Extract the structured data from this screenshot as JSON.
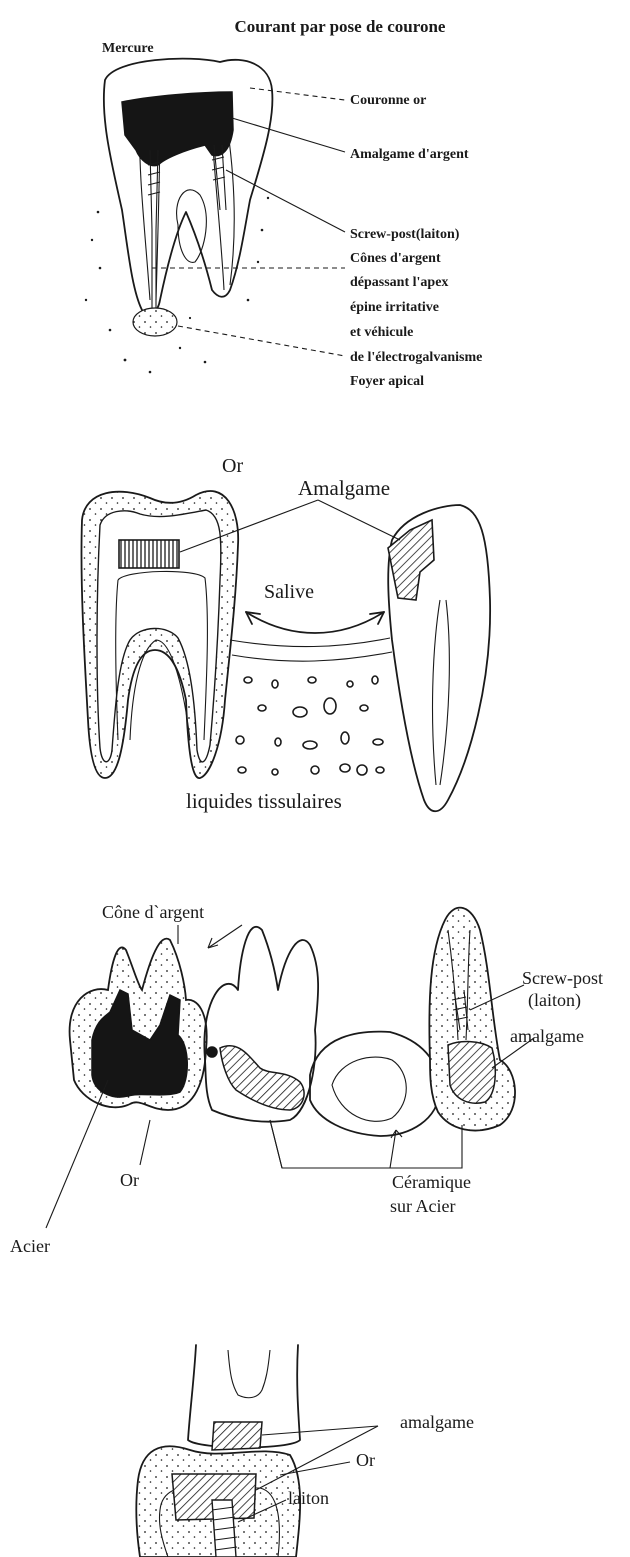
{
  "fig1": {
    "title": "Courant par pose de courone",
    "mercure": "Mercure",
    "labels": [
      "Couronne or",
      "Amalgame d'argent",
      "Screw-post(laiton)",
      "Cônes d'argent",
      "dépassant l'apex",
      "épine irritative",
      "et véhicule",
      "de l'électrogalvanisme",
      "Foyer apical"
    ]
  },
  "fig2": {
    "or": "Or",
    "amalgame": "Amalgame",
    "salive": "Salive",
    "liquides": "liquides tissulaires"
  },
  "fig3": {
    "cone": "Cône d`argent",
    "screw1": "Screw-post",
    "screw2": "(laiton)",
    "amalgame": "amalgame",
    "or": "Or",
    "ceramique1": "Céramique",
    "ceramique2": "sur Acier",
    "acier": "Acier"
  },
  "fig4": {
    "amalgame": "amalgame",
    "or": "Or",
    "laiton": "laiton"
  },
  "colors": {
    "ink": "#1a1a1a",
    "background": "#ffffff"
  }
}
